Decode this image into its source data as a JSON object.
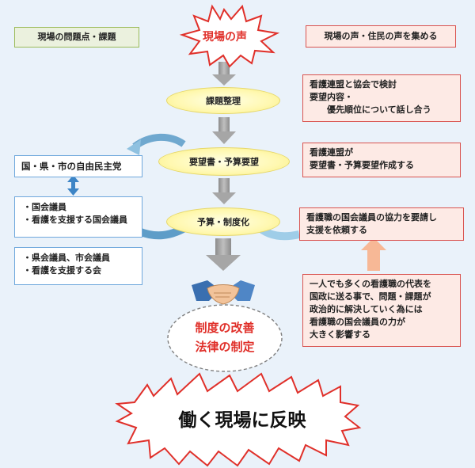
{
  "left_top_label": "現場の問題点・課題",
  "right_top_label": "現場の声・住民の声を集める",
  "burst_top": "現場の声",
  "flow_steps": [
    "課題整理",
    "要望書・予算要望",
    "予算・制度化"
  ],
  "red_boxes": [
    [
      "看護連盟と協会で検討",
      "要望内容・",
      "優先順位について話し合う"
    ],
    [
      "看護連盟が",
      "要望書・予算要望作成する"
    ],
    [
      "看護職の国会議員の協力を要請し",
      "支援を依頼する"
    ],
    [
      "一人でも多くの看護職の代表を",
      "国政に送る事で、問題・課題が",
      "政治的に解決していく為には",
      "看護職の国会議員の力が",
      "大きく影響する"
    ]
  ],
  "party_box": "国・県・市の自由民主党",
  "blue_boxes": [
    [
      "・国会議員",
      "・看護を支援する国会議員"
    ],
    [
      "・県会議員、市会議員",
      "・看護を支援する会"
    ]
  ],
  "result_circle": [
    "制度の改善",
    "法律の制定"
  ],
  "burst_bottom": "働く現場に反映",
  "icon_names": [
    "handshake-icon",
    "arrow-down-icon",
    "arrow-up-icon",
    "double-arrow-icon",
    "curved-arrow-icon"
  ],
  "colors": {
    "background": "#eaf2fa",
    "burst_text_top": "#e0302a",
    "burst_text_bottom": "#111111",
    "ellipse_fill": "#fff8b0",
    "red_border": "#d9534f",
    "green_border": "#9bbb59",
    "blue_border": "#6fa8dc",
    "arrow_gray": "#a6a6a6",
    "arrow_up_orange": "#f7b896",
    "result_red": "#e0302a"
  }
}
